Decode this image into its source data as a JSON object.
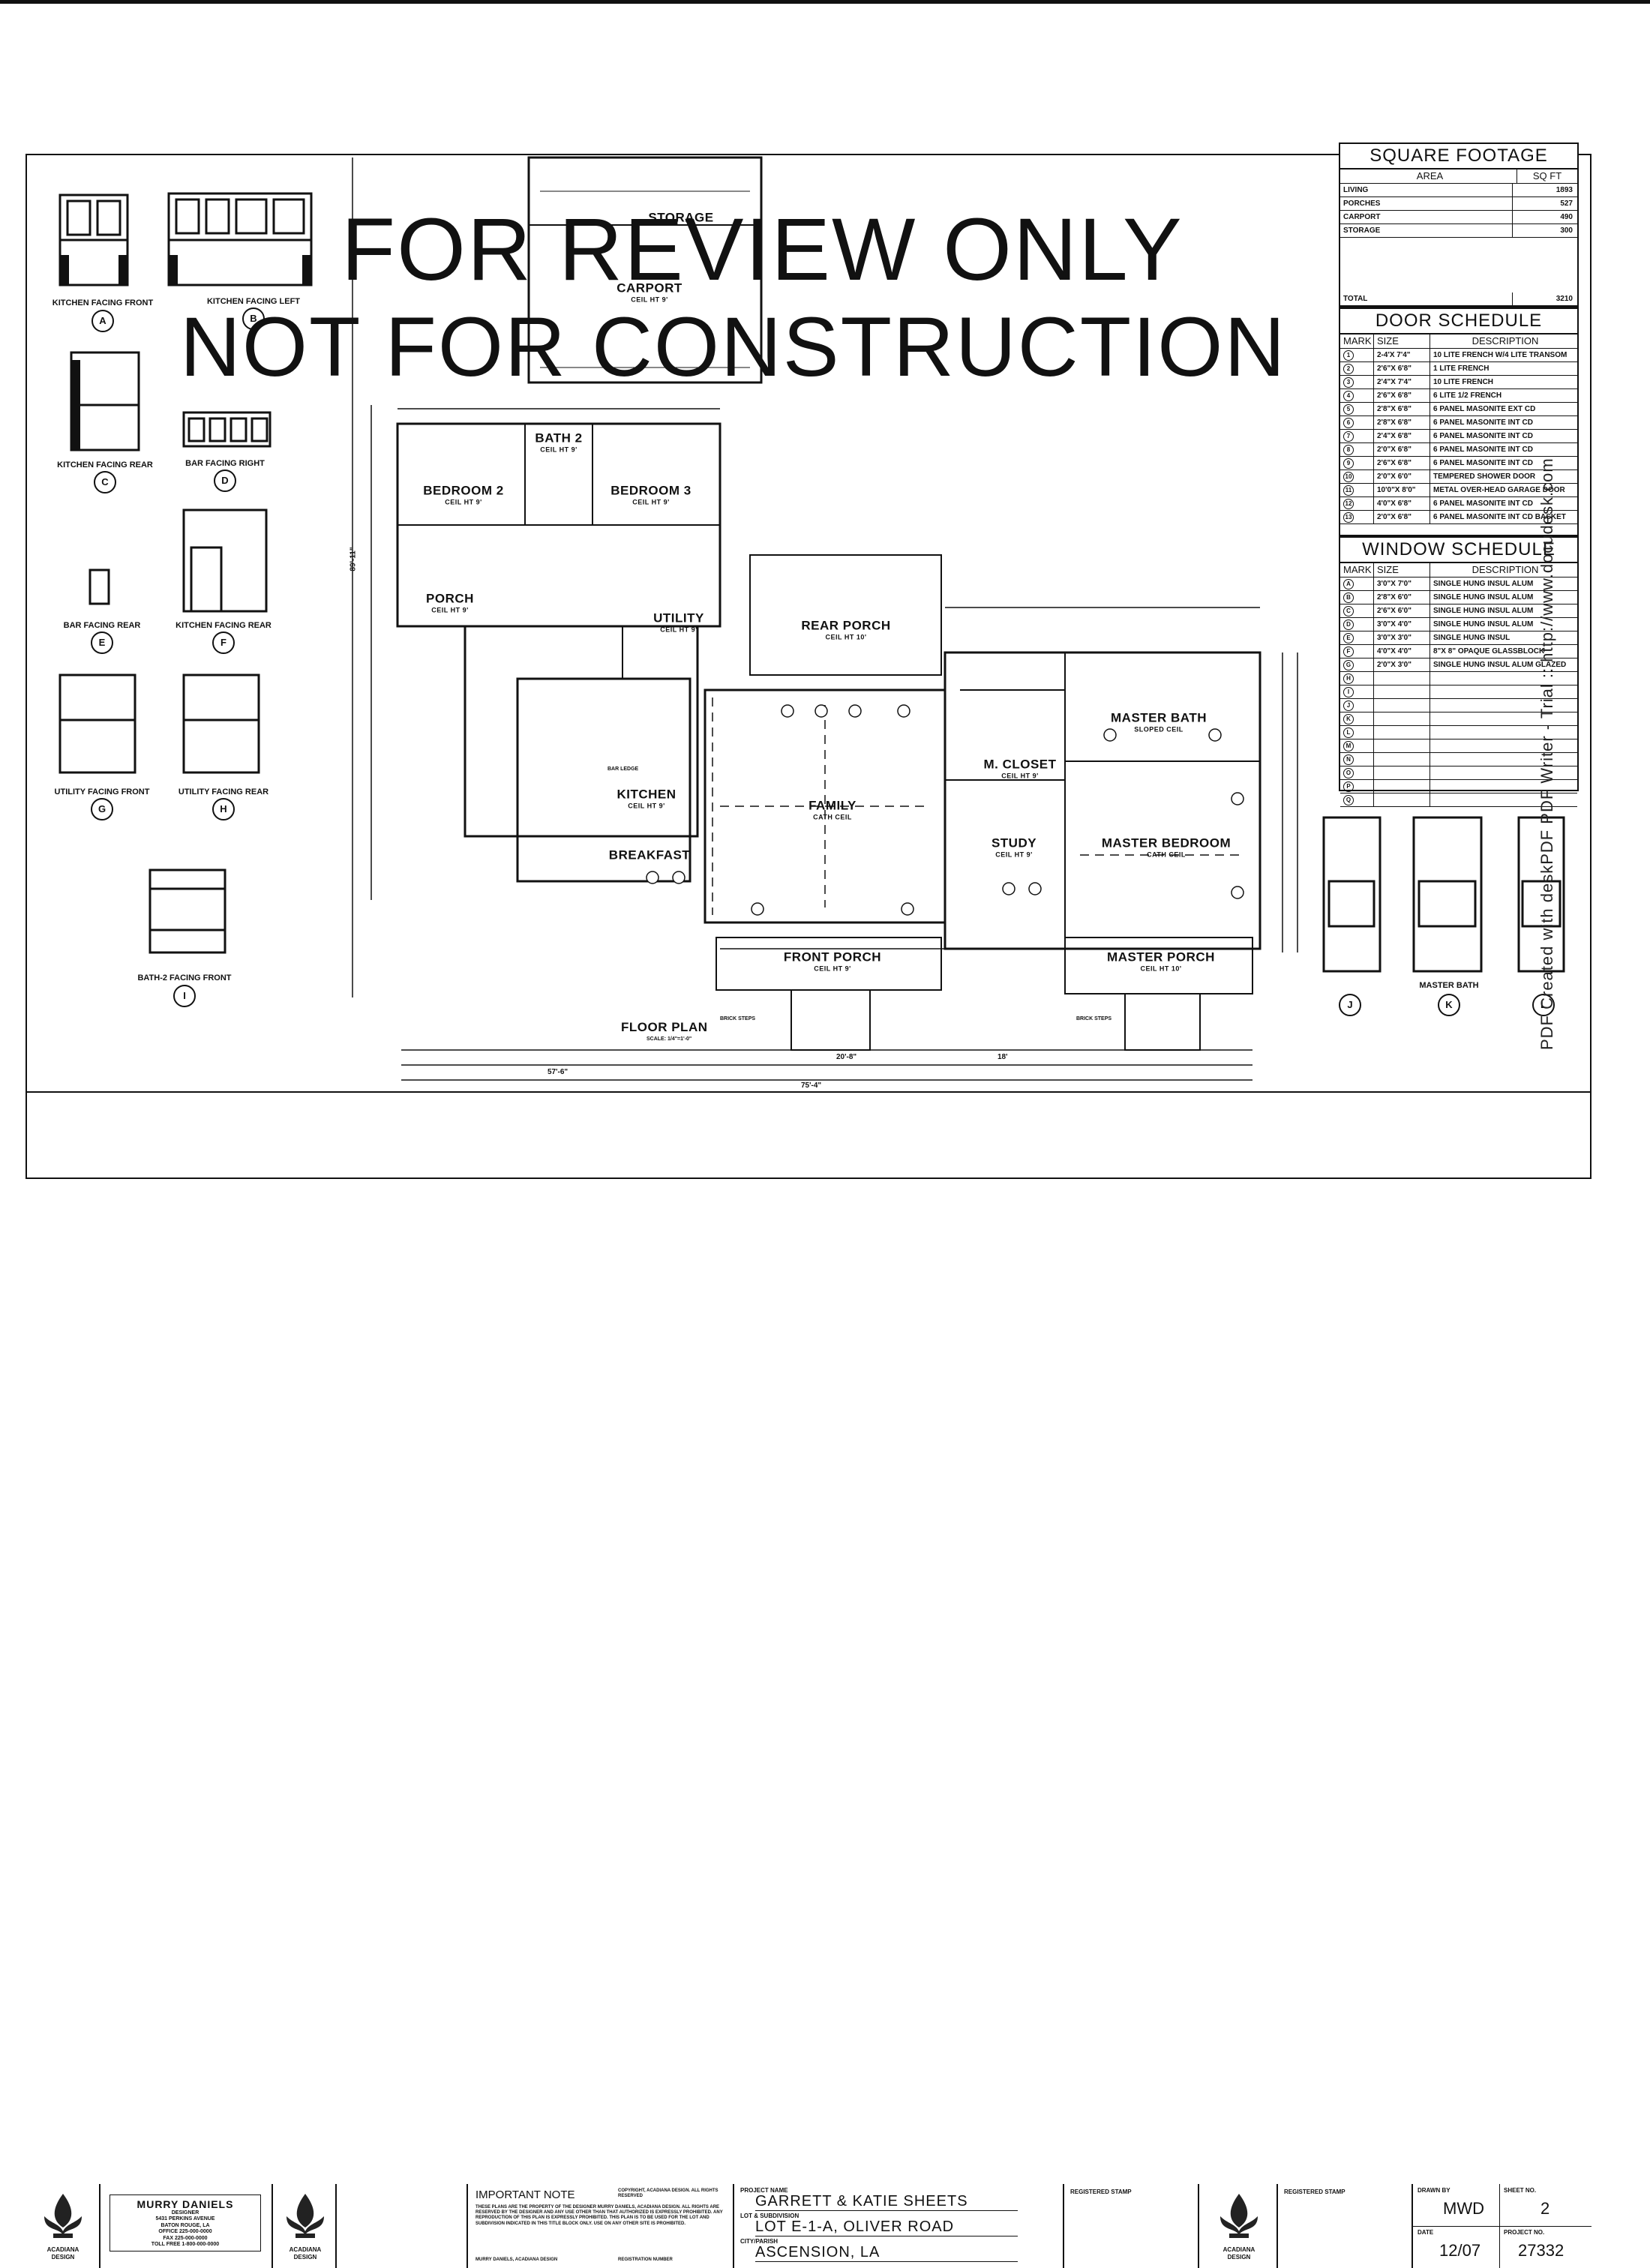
{
  "stamp": {
    "line1": "FOR REVIEW ONLY",
    "line2": "NOT FOR CONSTRUCTION"
  },
  "watermark": "PDF Created with deskPDF PDF Writer - Trial :: http://www.docudesk.com",
  "elevations": [
    {
      "label": "KITCHEN FACING FRONT",
      "mark": "A"
    },
    {
      "label": "KITCHEN FACING LEFT",
      "mark": "B"
    },
    {
      "label": "KITCHEN FACING REAR",
      "mark": "C"
    },
    {
      "label": "BAR FACING RIGHT",
      "mark": "D"
    },
    {
      "label": "BAR FACING REAR",
      "mark": "E"
    },
    {
      "label": "KITCHEN FACING REAR",
      "mark": "F"
    },
    {
      "label": "UTILITY FACING FRONT",
      "mark": "G"
    },
    {
      "label": "UTILITY FACING REAR",
      "mark": "H"
    },
    {
      "label": "BATH-2 FACING FRONT",
      "mark": "I"
    },
    {
      "label": "MASTER BATH",
      "mark": "K"
    },
    {
      "label": "",
      "mark": "J"
    },
    {
      "label": "",
      "mark": "L"
    }
  ],
  "rooms": [
    {
      "name": "STORAGE",
      "sub": ""
    },
    {
      "name": "CARPORT",
      "sub": "CEIL HT 9'"
    },
    {
      "name": "BEDROOM 2",
      "sub": "CEIL HT 9'"
    },
    {
      "name": "BATH 2",
      "sub": "CEIL HT 9'"
    },
    {
      "name": "BEDROOM 3",
      "sub": "CEIL HT 9'"
    },
    {
      "name": "PORCH",
      "sub": "CEIL HT 9'"
    },
    {
      "name": "UTILITY",
      "sub": "CEIL HT 9'"
    },
    {
      "name": "REAR PORCH",
      "sub": "CEIL HT 10'"
    },
    {
      "name": "KITCHEN",
      "sub": "CEIL HT 9'"
    },
    {
      "name": "BREAKFAST",
      "sub": ""
    },
    {
      "name": "FAMILY",
      "sub": "CATH CEIL"
    },
    {
      "name": "M. CLOSET",
      "sub": "CEIL HT 9'"
    },
    {
      "name": "MASTER BATH",
      "sub": "SLOPED CEIL"
    },
    {
      "name": "STUDY",
      "sub": "CEIL HT 9'"
    },
    {
      "name": "MASTER BEDROOM",
      "sub": "CATH CEIL"
    },
    {
      "name": "FRONT PORCH",
      "sub": "CEIL HT 9'"
    },
    {
      "name": "MASTER PORCH",
      "sub": "CEIL HT 10'"
    }
  ],
  "plan_title": "FLOOR PLAN",
  "plan_scale": "SCALE: 1/4\"=1'-0\"",
  "dims": {
    "overall_width": "75'-4\"",
    "left_width": "57'-6\"",
    "mid_width": "20'-8\"",
    "right_width": "18'",
    "depth": "89'-11\"",
    "bar_ledge": "BAR LEDGE",
    "brick_steps": "BRICK STEPS"
  },
  "square_footage": {
    "title": "SQUARE FOOTAGE",
    "col_area": "AREA",
    "col_sqft": "SQ FT",
    "rows": [
      {
        "area": "LIVING",
        "sqft": "1893"
      },
      {
        "area": "PORCHES",
        "sqft": "527"
      },
      {
        "area": "CARPORT",
        "sqft": "490"
      },
      {
        "area": "STORAGE",
        "sqft": "300"
      }
    ],
    "total_label": "TOTAL",
    "total": "3210"
  },
  "door_schedule": {
    "title": "DOOR SCHEDULE",
    "col_mark": "MARK",
    "col_size": "SIZE",
    "col_desc": "DESCRIPTION",
    "rows": [
      {
        "mark": "1",
        "size": "2-4'X 7'4\"",
        "desc": "10 LITE FRENCH W/4 LITE TRANSOM"
      },
      {
        "mark": "2",
        "size": "2'6\"X 6'8\"",
        "desc": "1 LITE FRENCH"
      },
      {
        "mark": "3",
        "size": "2'4\"X 7'4\"",
        "desc": "10 LITE FRENCH"
      },
      {
        "mark": "4",
        "size": "2'6\"X 6'8\"",
        "desc": "6 LITE 1/2 FRENCH"
      },
      {
        "mark": "5",
        "size": "2'8\"X 6'8\"",
        "desc": "6 PANEL MASONITE EXT CD"
      },
      {
        "mark": "6",
        "size": "2'8\"X 6'8\"",
        "desc": "6 PANEL MASONITE INT CD"
      },
      {
        "mark": "7",
        "size": "2'4\"X 6'8\"",
        "desc": "6 PANEL MASONITE INT CD"
      },
      {
        "mark": "8",
        "size": "2'0\"X 6'8\"",
        "desc": "6 PANEL MASONITE INT CD"
      },
      {
        "mark": "9",
        "size": "2'6\"X 6'8\"",
        "desc": "6 PANEL MASONITE INT CD"
      },
      {
        "mark": "10",
        "size": "2'0\"X 6'0\"",
        "desc": "TEMPERED SHOWER DOOR"
      },
      {
        "mark": "11",
        "size": "10'0\"X 8'0\"",
        "desc": "METAL OVER-HEAD GARAGE DOOR"
      },
      {
        "mark": "12",
        "size": "4'0\"X 6'8\"",
        "desc": "6 PANEL MASONITE INT CD"
      },
      {
        "mark": "13",
        "size": "2'0\"X 6'8\"",
        "desc": "6 PANEL MASONITE INT CD BASKET"
      }
    ]
  },
  "window_schedule": {
    "title": "WINDOW SCHEDULE",
    "col_mark": "MARK",
    "col_size": "SIZE",
    "col_desc": "DESCRIPTION",
    "rows": [
      {
        "mark": "A",
        "size": "3'0\"X 7'0\"",
        "desc": "SINGLE HUNG INSUL ALUM"
      },
      {
        "mark": "B",
        "size": "2'8\"X 6'0\"",
        "desc": "SINGLE HUNG INSUL ALUM"
      },
      {
        "mark": "C",
        "size": "2'6\"X 6'0\"",
        "desc": "SINGLE HUNG INSUL ALUM"
      },
      {
        "mark": "D",
        "size": "3'0\"X 4'0\"",
        "desc": "SINGLE HUNG INSUL ALUM"
      },
      {
        "mark": "E",
        "size": "3'0\"X 3'0\"",
        "desc": "SINGLE HUNG INSUL"
      },
      {
        "mark": "F",
        "size": "4'0\"X 4'0\"",
        "desc": "8\"X 8\" OPAQUE GLASSBLOCK"
      },
      {
        "mark": "G",
        "size": "2'0\"X 3'0\"",
        "desc": "SINGLE HUNG INSUL ALUM GLAZED"
      }
    ],
    "blank_marks": [
      "H",
      "I",
      "J",
      "K",
      "L",
      "M",
      "N",
      "O",
      "P",
      "Q"
    ]
  },
  "title_block": {
    "logo_text": "ACADIANA DESIGN",
    "designer_name": "MURRY DANIELS",
    "designer_lines": [
      "DESIGNER",
      "5431 PERKINS AVENUE",
      "BATON ROUGE, LA",
      "OFFICE 225-000-0000",
      "FAX 225-000-0000",
      "TOLL FREE 1-800-000-0000"
    ],
    "important_title": "IMPORTANT NOTE",
    "copyright": "COPYRIGHT, ACADIANA DESIGN. ALL RIGHTS RESERVED",
    "important_body": "THESE PLANS ARE THE PROPERTY OF THE DESIGNER MURRY DANIELS, ACADIANA DESIGN. ALL RIGHTS ARE RESERVED BY THE DESIGNER AND ANY USE OTHER THAN THAT AUTHORIZED IS EXPRESSLY PROHIBITED. ANY REPRODUCTION OF THIS PLAN IS EXPRESSLY PROHIBITED. THIS PLAN IS TO BE USED FOR THE LOT AND SUBDIVISION INDICATED IN THIS TITLE BLOCK ONLY. USE ON ANY OTHER SITE IS PROHIBITED.",
    "signature_line": "MURRY DANIELS, ACADIANA DESIGN",
    "registration_label": "REGISTRATION NUMBER",
    "project_name_label": "PROJECT NAME",
    "project_name": "GARRETT & KATIE SHEETS",
    "lot_label": "LOT & SUBDIVISION",
    "lot": "LOT E-1-A, OLIVER ROAD",
    "city_label": "CITY/PARISH",
    "city": "ASCENSION, LA",
    "stamp_label_1": "REGISTERED STAMP",
    "stamp_label_2": "REGISTERED STAMP",
    "drawn_by_label": "DRAWN BY",
    "drawn_by": "MWD",
    "sheet_label": "SHEET NO.",
    "sheet": "2",
    "date_label": "DATE",
    "date": "12/07",
    "project_no_label": "PROJECT NO.",
    "project_no": "27332"
  }
}
